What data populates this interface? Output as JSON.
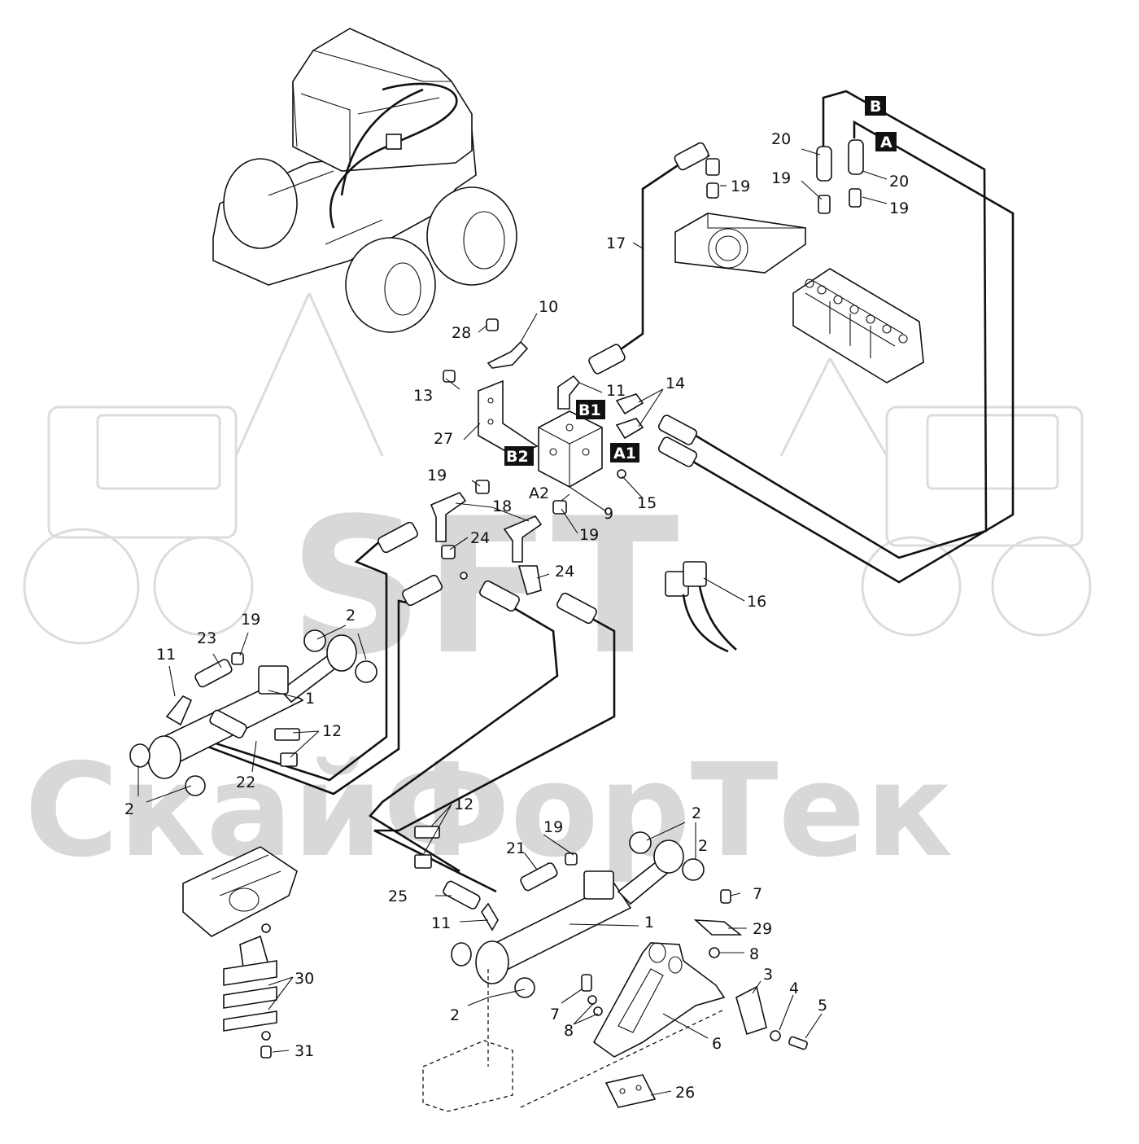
{
  "watermark": {
    "logo": "SFT",
    "text": "СкайФорТек"
  },
  "callouts": [
    {
      "id": "c-20a",
      "text": "20"
    },
    {
      "id": "c-20b",
      "text": "20"
    },
    {
      "id": "c-19a",
      "text": "19"
    },
    {
      "id": "c-19b",
      "text": "19"
    },
    {
      "id": "c-19c",
      "text": "19"
    },
    {
      "id": "c-17",
      "text": "17"
    },
    {
      "id": "c-10",
      "text": "10"
    },
    {
      "id": "c-28",
      "text": "28"
    },
    {
      "id": "c-13",
      "text": "13"
    },
    {
      "id": "c-11a",
      "text": "11"
    },
    {
      "id": "c-14",
      "text": "14"
    },
    {
      "id": "c-27",
      "text": "27"
    },
    {
      "id": "c-19d",
      "text": "19"
    },
    {
      "id": "c-18",
      "text": "18"
    },
    {
      "id": "c-a2",
      "text": "A2"
    },
    {
      "id": "c-9",
      "text": "9"
    },
    {
      "id": "c-15",
      "text": "15"
    },
    {
      "id": "c-19e",
      "text": "19"
    },
    {
      "id": "c-24a",
      "text": "24"
    },
    {
      "id": "c-24b",
      "text": "24"
    },
    {
      "id": "c-16",
      "text": "16"
    },
    {
      "id": "c-2a",
      "text": "2"
    },
    {
      "id": "c-23",
      "text": "23"
    },
    {
      "id": "c-19f",
      "text": "19"
    },
    {
      "id": "c-11b",
      "text": "11"
    },
    {
      "id": "c-1a",
      "text": "1"
    },
    {
      "id": "c-12a",
      "text": "12"
    },
    {
      "id": "c-22",
      "text": "22"
    },
    {
      "id": "c-2b",
      "text": "2"
    },
    {
      "id": "c-12b",
      "text": "12"
    },
    {
      "id": "c-2c",
      "text": "2"
    },
    {
      "id": "c-19g",
      "text": "19"
    },
    {
      "id": "c-21",
      "text": "21"
    },
    {
      "id": "c-2d",
      "text": "2"
    },
    {
      "id": "c-25",
      "text": "25"
    },
    {
      "id": "c-7a",
      "text": "7"
    },
    {
      "id": "c-11c",
      "text": "11"
    },
    {
      "id": "c-1b",
      "text": "1"
    },
    {
      "id": "c-29",
      "text": "29"
    },
    {
      "id": "c-8a",
      "text": "8"
    },
    {
      "id": "c-30",
      "text": "30"
    },
    {
      "id": "c-3",
      "text": "3"
    },
    {
      "id": "c-4",
      "text": "4"
    },
    {
      "id": "c-5",
      "text": "5"
    },
    {
      "id": "c-2e",
      "text": "2"
    },
    {
      "id": "c-7b",
      "text": "7"
    },
    {
      "id": "c-8b",
      "text": "8"
    },
    {
      "id": "c-6",
      "text": "6"
    },
    {
      "id": "c-31",
      "text": "31"
    },
    {
      "id": "c-26",
      "text": "26"
    }
  ],
  "port_tags": [
    {
      "id": "t-b",
      "text": "B"
    },
    {
      "id": "t-a",
      "text": "A"
    },
    {
      "id": "t-b1",
      "text": "B1"
    },
    {
      "id": "t-b2",
      "text": "B2"
    },
    {
      "id": "t-a1",
      "text": "A1"
    }
  ]
}
